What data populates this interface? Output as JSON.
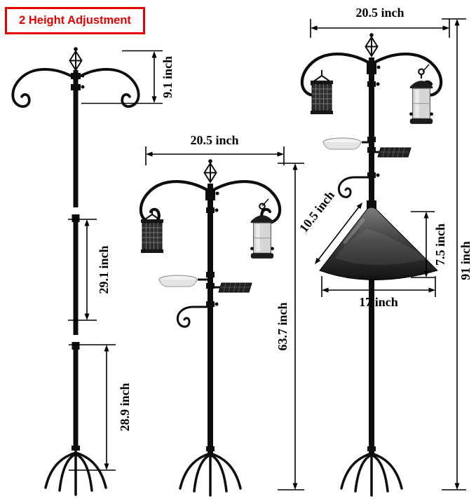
{
  "badge": {
    "label": "2 Height Adjustment"
  },
  "dimensions": {
    "hook_section_height": "9.1 inch",
    "middle_segment_length": "29.1 inch",
    "bottom_segment_length": "28.9 inch",
    "station_width_middle": "20.5 inch",
    "station_height_middle": "63.7 inch",
    "station_width_right": "20.5 inch",
    "station_height_right": "91 inch",
    "baffle_slant_length": "10.5 inch",
    "baffle_height": "7.5 inch",
    "baffle_diameter": "17 inch"
  },
  "colors": {
    "accent_red": "#e60000",
    "pole_black": "#0d0d0d",
    "background": "#ffffff"
  }
}
